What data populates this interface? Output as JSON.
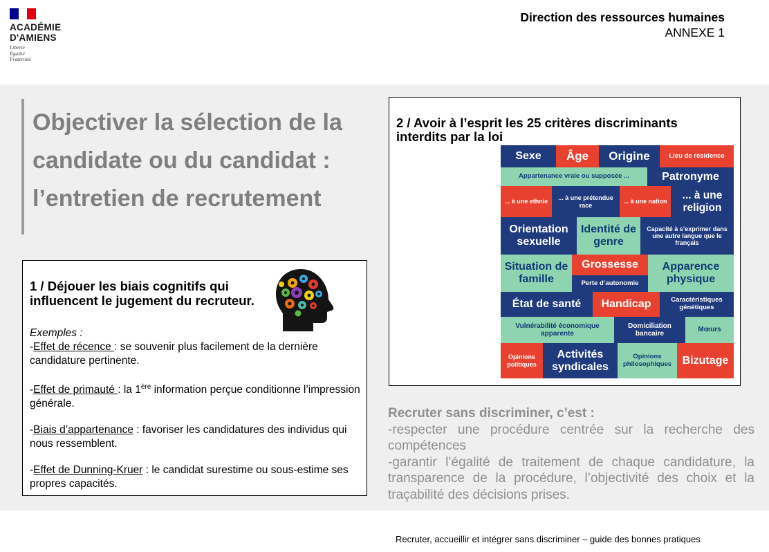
{
  "header": {
    "logo": {
      "line1": "ACADÉMIE",
      "line2": "D'AMIENS",
      "motto": [
        "Liberté",
        "Égalité",
        "Fraternité"
      ],
      "flag_colors": [
        "#000091",
        "#ffffff",
        "#e1000f"
      ]
    },
    "department": "Direction des ressources humaines",
    "annexe": "ANNEXE 1"
  },
  "title": "Objectiver la sélection de la candidate ou du candidat : l’entretien de recrutement",
  "section1": {
    "heading": "1 / Déjouer les biais cognitifs qui influencent le jugement du recruteur.",
    "examples_label": "Exemples :",
    "items": [
      {
        "prefix": "-",
        "term": "Effet de récence ",
        "text": ": se souvenir plus facilement de la dernière candidature pertinente."
      },
      {
        "prefix": "-",
        "term": "Effet de primauté ",
        "text_before_sup": ": la 1",
        "sup": "ère",
        "text": " information perçue conditionne l’impression générale."
      },
      {
        "prefix": "-",
        "term": "Biais d’appartenance",
        "text": " : favoriser les candidatures des individus qui nous ressemblent."
      },
      {
        "prefix": "-",
        "term": "Effet de Dunning-Kruer",
        "text": " : le candidat surestime ou sous-estime ses propres capacités."
      }
    ],
    "icon": "brain-gears-icon"
  },
  "section2": {
    "heading": "2 / Avoir à l’esprit les 25 critères discriminants interdits par la loi",
    "criteria": [
      "Sexe",
      "Âge",
      "Origine",
      "Lieu de résidence",
      "Appartenance vraie ou supposée ...",
      "Patronyme",
      "... à une ethnie",
      "... à une prétendue race",
      "... à une nation",
      "... à une religion",
      "Orientation sexuelle",
      "Identité de genre",
      "Capacité à s’exprimer dans une autre langue que le français",
      "Situation de famille",
      "Grossesse",
      "Perte d’autonomie",
      "Apparence physique",
      "État de santé",
      "Handicap",
      "Caractéristiques génétiques",
      "Vulnérabilité économique apparente",
      "Domiciliation bancaire",
      "Mœurs",
      "Opinions politiques",
      "Activités syndicales",
      "Opinions philosophiques",
      "Bizutage"
    ],
    "palette": {
      "navy": "#1f3a7d",
      "mint": "#8fd4b1",
      "red": "#e8412f"
    }
  },
  "recruit": {
    "title": "Recruter sans discriminer, c’est :",
    "lines": [
      "-respecter une procédure centrée sur la recherche des compétences",
      "-garantir l’égalité de traitement de chaque candidature, la transparence de la procédure, l’objectivité des choix et la traçabilité des décisions prises."
    ]
  },
  "footer": "Recruter, accueillir et intégrer sans discriminer – guide des bonnes pratiques"
}
